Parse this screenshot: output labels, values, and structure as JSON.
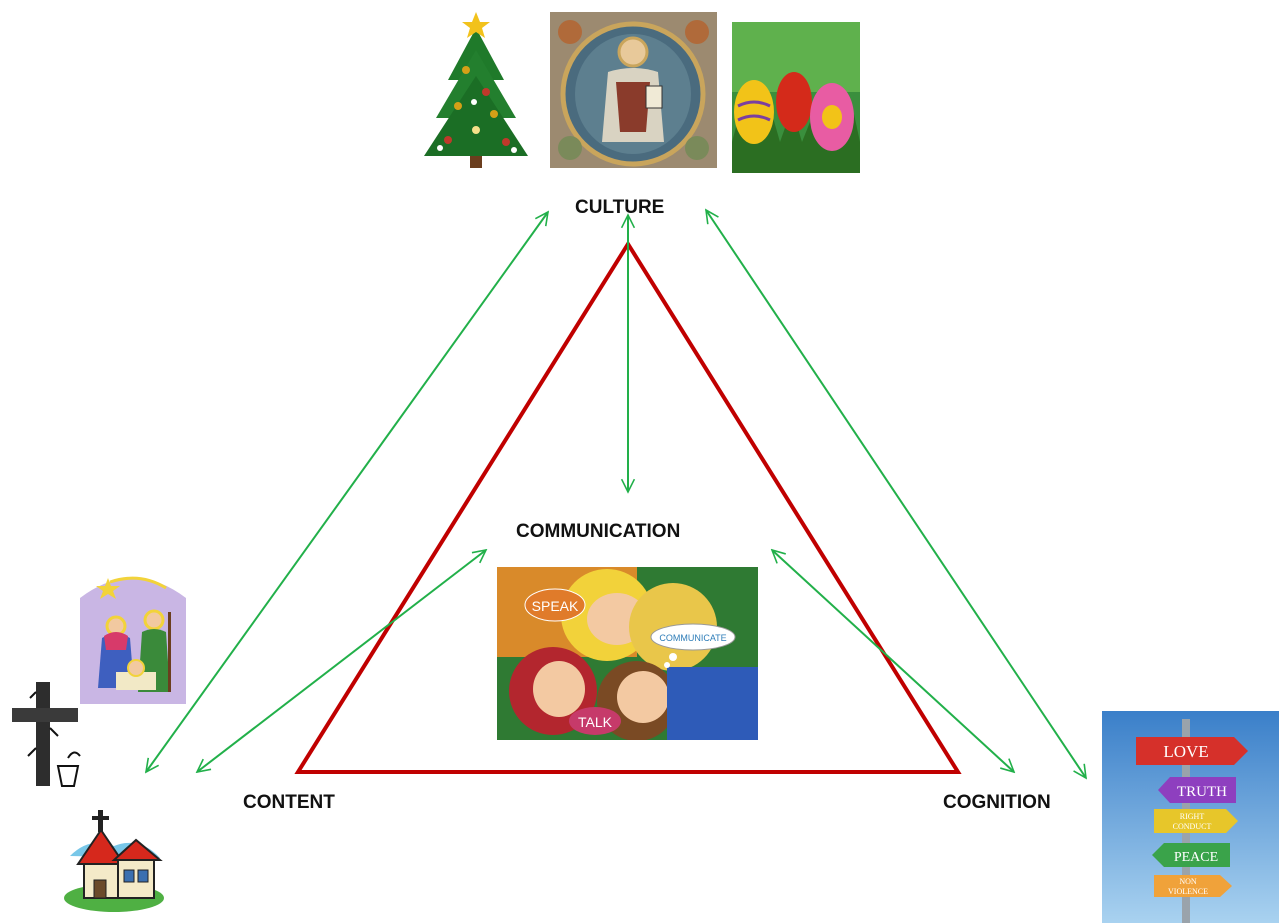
{
  "labels": {
    "culture": "CULTURE",
    "communication": "COMMUNICATION",
    "content": "CONTENT",
    "cognition": "COGNITION"
  },
  "speech": {
    "speak": "SPEAK",
    "talk": "TALK",
    "communicate": "COMMUNICATE"
  },
  "signpost": {
    "love": "LOVE",
    "truth": "TRUTH",
    "right_conduct_1": "RIGHT",
    "right_conduct_2": "CONDUCT",
    "peace": "PEACE",
    "non_violence_1": "NON",
    "non_violence_2": "VIOLENCE"
  },
  "colors": {
    "triangle": "#c00000",
    "arrows": "#22b04a",
    "text": "#111111"
  },
  "icons": [
    "christmas-tree-icon",
    "christ-pantocrator-fresco-icon",
    "easter-eggs-icon",
    "nativity-icon",
    "cross-icon",
    "church-icon",
    "children-talking-icon",
    "values-signpost-icon"
  ]
}
